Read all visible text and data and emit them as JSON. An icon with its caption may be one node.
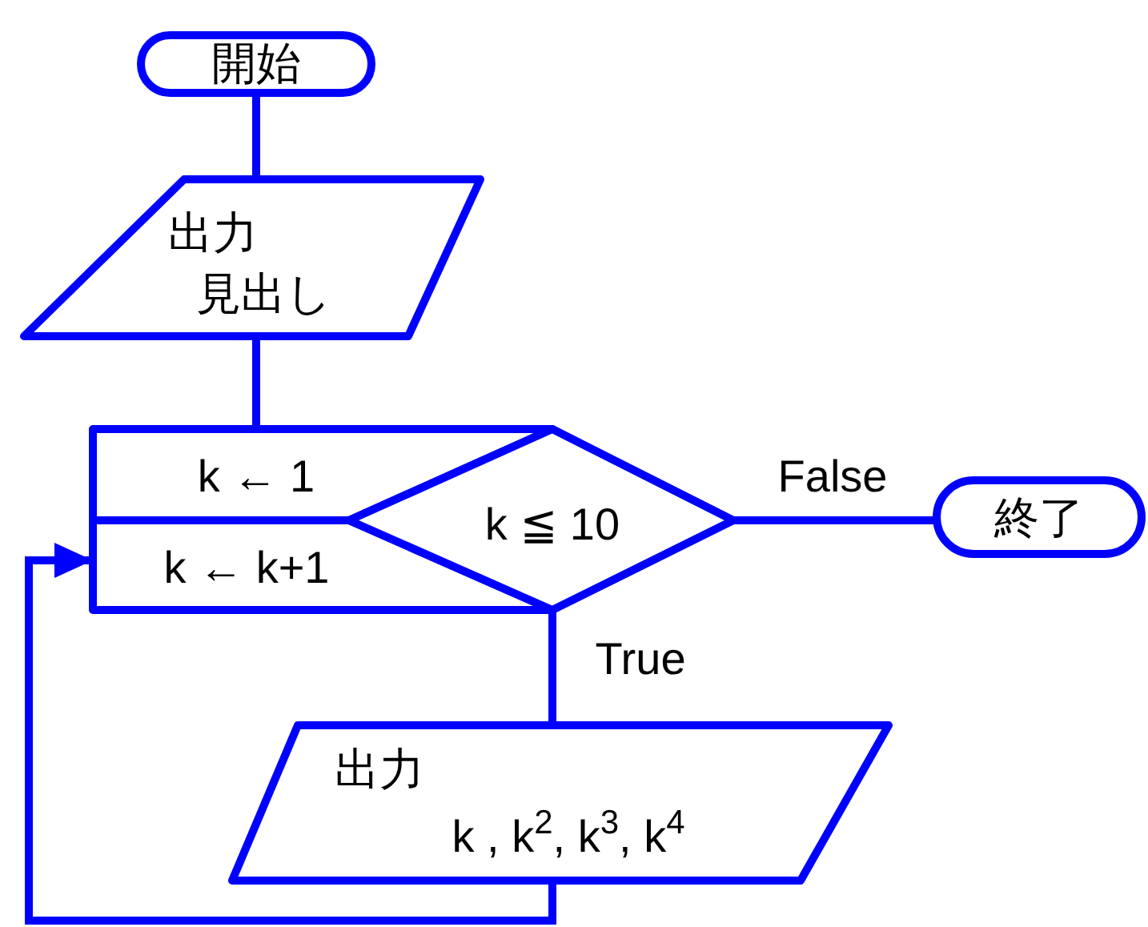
{
  "diagram": {
    "nodes": [
      {
        "text": [
          "開始"
        ]
      },
      {
        "text": [
          "出力",
          "見出し"
        ]
      },
      {
        "text": [
          "k ← 1"
        ]
      },
      {
        "text": [
          "k ← k+1"
        ]
      },
      {
        "text": [
          "k ≦ 10"
        ]
      },
      {
        "text": [
          "終了"
        ]
      },
      {
        "text": [
          "出力",
          "k , k$^{2}$, k$^{3}$, k$^{4}$"
        ]
      }
    ],
    "edges": [
      {
        "from": 0,
        "to": 1,
        "arrow": "none"
      },
      {
        "from": 1,
        "to": 2,
        "arrow": "none"
      },
      {
        "from": 4,
        "to": 5,
        "label": "False",
        "arrow": "none"
      },
      {
        "from": 4,
        "to": 6,
        "label": "True",
        "arrow": "none"
      },
      {
        "from": 6,
        "to": 3,
        "arrow": "to"
      }
    ]
  }
}
